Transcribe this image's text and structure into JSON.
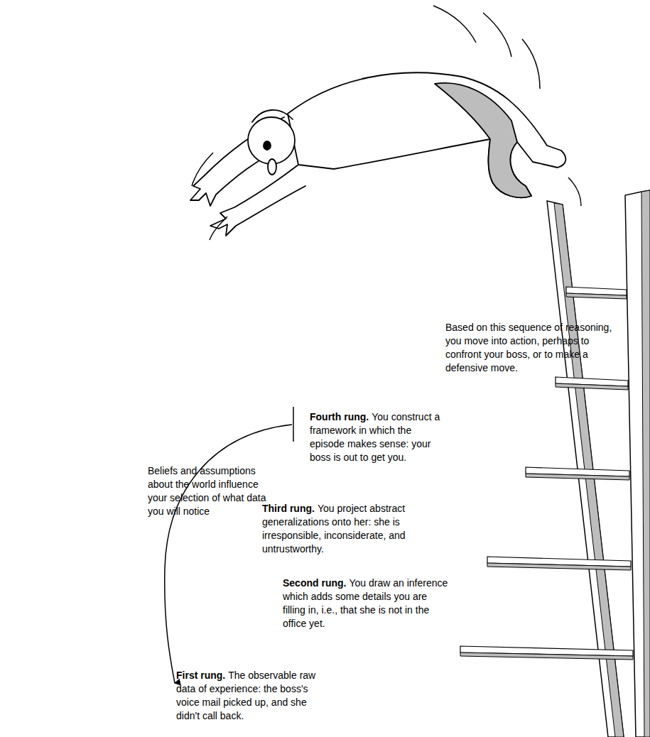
{
  "diagram": {
    "labels": [
      "Based on this sequence of reasoning, you move into action, perhaps to confront your boss, or to make a defensive move.",
      "Fourth rung.",
      "You construct a framework in which the episode makes sense: your boss is out to get you.",
      "Beliefs and assumptions about the world influence your selection of what data you will notice",
      "Third rung.",
      "You project abstract generalizations onto her: she is irresponsible, inconsiderate, and untrustworthy.",
      "Second rung.",
      "You draw an inference which adds some details you are filling in, i.e., that she is not in the office yet.",
      "First rung.",
      "The observable raw data of experience: the boss's voice mail picked up, and she didn't call back."
    ]
  }
}
